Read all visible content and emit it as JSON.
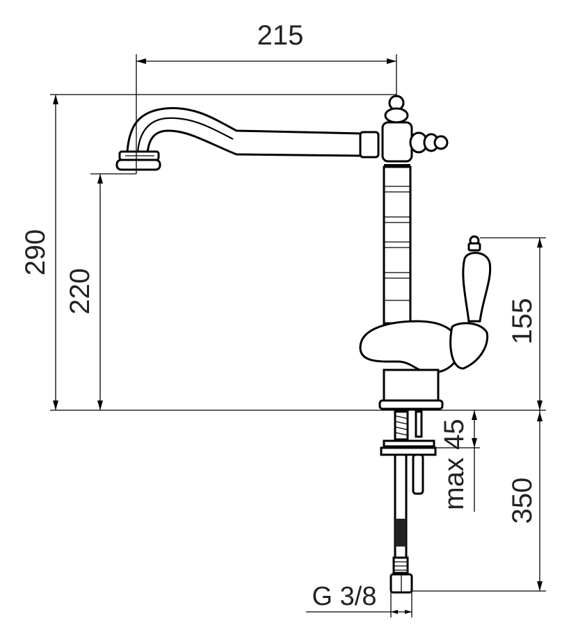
{
  "dimensions": {
    "spout_reach": "215",
    "total_height": "290",
    "spout_height": "220",
    "handle_height": "155",
    "deck_thickness": "max 45",
    "hose_length": "350",
    "connection": "G 3/8"
  }
}
